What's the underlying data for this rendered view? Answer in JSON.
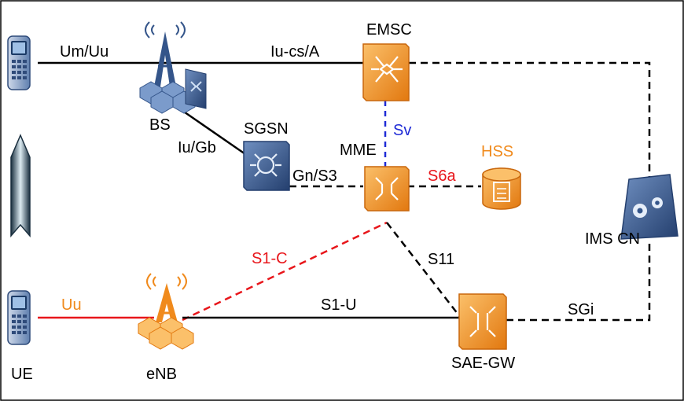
{
  "nodes": {
    "ue_top": {
      "label": ""
    },
    "bs": {
      "label": "BS"
    },
    "emsc": {
      "label": "EMSC"
    },
    "sgsn": {
      "label": "SGSN"
    },
    "mme": {
      "label": "MME"
    },
    "hss": {
      "label": "HSS"
    },
    "ims_cn": {
      "label": "IMS CN"
    },
    "ue_bottom": {
      "label": "UE"
    },
    "enb": {
      "label": "eNB"
    },
    "sae_gw": {
      "label": "SAE-GW"
    }
  },
  "links": {
    "um_uu": {
      "label": "Um/Uu"
    },
    "iu_cs_a": {
      "label": "Iu-cs/A"
    },
    "iu_gb": {
      "label": "Iu/Gb"
    },
    "gn_s3": {
      "label": "Gn/S3"
    },
    "sv": {
      "label": "Sv"
    },
    "s6a": {
      "label": "S6a"
    },
    "s1_c": {
      "label": "S1-C"
    },
    "s11": {
      "label": "S11"
    },
    "uu": {
      "label": "Uu"
    },
    "s1_u": {
      "label": "S1-U"
    },
    "sgi": {
      "label": "SGi"
    }
  },
  "colors": {
    "orange": "#f08a1c",
    "red": "#e8161b",
    "blue": "#1f2bd6",
    "navy": "#34558a",
    "black": "#000000"
  }
}
